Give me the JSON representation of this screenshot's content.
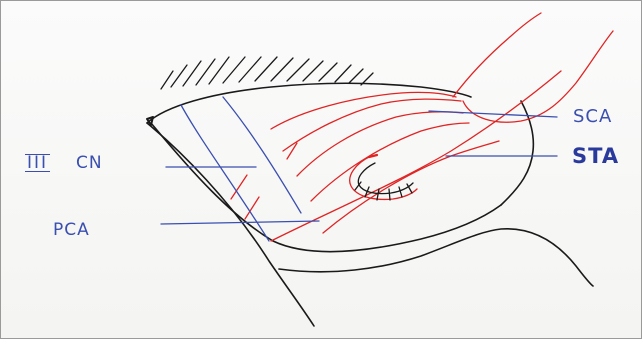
{
  "labels": {
    "cn_numeral": "III",
    "cn_text": "CN",
    "pca": "PCA",
    "sca": "SCA",
    "sta": "STA"
  },
  "colors": {
    "ink_black": "#1a1a1a",
    "ink_red": "#e02424",
    "ink_blue": "#3a4fb0",
    "paper": "#f7f7f5"
  }
}
